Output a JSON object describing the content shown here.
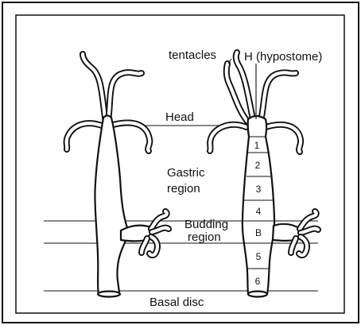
{
  "labels": {
    "tentacles": "tentacles",
    "hypostome": "H (hypostome)",
    "head": "Head",
    "gastric_line1": "Gastric",
    "gastric_line2": "region",
    "budding_line1": "Budding",
    "budding_line2": "region",
    "basal": "Basal disc"
  },
  "segments": [
    "1",
    "2",
    "3",
    "4",
    "B",
    "5",
    "6"
  ]
}
